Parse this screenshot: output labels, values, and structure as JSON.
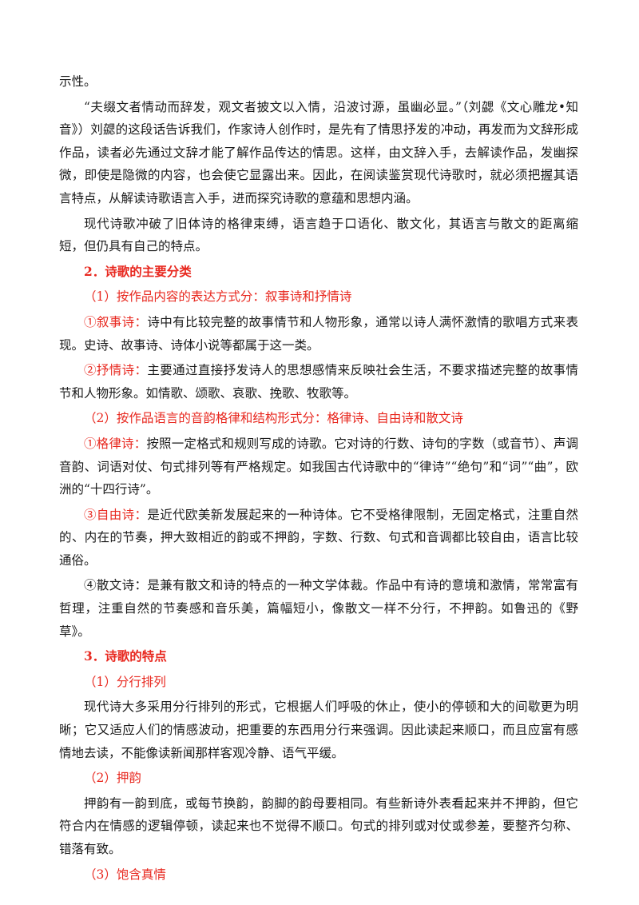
{
  "paragraphs": {
    "p0": "示性。",
    "p1": "“夫缀文者情动而辞发，观文者披文以入情，沿波讨源，虽幽必显。”（刘勰《文心雕龙•知音》）刘勰的这段话告诉我们，作家诗人创作时，是先有了情思抒发的冲动，再发而为文辞形成作品，读者必先通过文辞才能了解作品传达的情思。这样，由文辞入手，去解读作品，发幽探微，即使是隐微的内容，也会使它显露出来。因此，在阅读鉴赏现代诗歌时，就必须把握其语言特点，从解读诗歌语言入手，进而探究诗歌的意蕴和思想内涵。",
    "p2": "现代诗歌冲破了旧体诗的格律束缚，语言趋于口语化、散文化，其语言与散文的距离缩短，但仍具有自己的特点。"
  },
  "section2": {
    "heading": "2．诗歌的主要分类",
    "sub1": "（1）按作品内容的表达方式分：叙事诗和抒情诗",
    "narrative_label": "①叙事诗：",
    "narrative_text": "诗中有比较完整的故事情节和人物形象，通常以诗人满怀激情的歌唱方式来表现。史诗、故事诗、诗体小说等都属于这一类。",
    "lyric_label": "②抒情诗：",
    "lyric_text": "主要通过直接抒发诗人的思想感情来反映社会生活，不要求描述完整的故事情节和人物形象。如情歌、颂歌、哀歌、挽歌、牧歌等。",
    "sub2": "（2）按作品语言的音韵格律和结构形式分：格律诗、自由诗和散文诗",
    "metrical_label": "①格律诗：",
    "metrical_text": "按照一定格式和规则写成的诗歌。它对诗的行数、诗句的字数（或音节）、声调音韵、词语对仗、句式排列等有严格规定。如我国古代诗歌中的“律诗”“绝句”和“词”“曲”，欧洲的“十四行诗”。",
    "free_label": "③自由诗：",
    "free_text": "是近代欧美新发展起来的一种诗体。它不受格律限制，无固定格式，注重自然的、内在的节奏，押大致相近的韵或不押韵，字数、行数、句式和音调都比较自由，语言比较通俗。",
    "prose_text": "④散文诗：是兼有散文和诗的特点的一种文学体裁。作品中有诗的意境和激情，常常富有哲理，注重自然的节奏感和音乐美，篇幅短小，像散文一样不分行，不押韵。如鲁迅的《野草》。"
  },
  "section3": {
    "heading": "3．诗歌的特点",
    "sub1": "（1）分行排列",
    "text1": "现代诗大多采用分行排列的形式，它根据人们呼吸的休止，使小的停顿和大的间歇更为明晰；它又适应人们的情感波动，把重要的东西用分行来强调。因此读起来顺口，而且应富有感情地去读，不能像读新闻那样客观冷静、语气平缓。",
    "sub2": "（2）押韵",
    "text2": "押韵有一韵到底，或每节换韵，韵脚的韵母要相同。有些新诗外表看起来并不押韵，但它符合内在情感的逻辑停顿，读起来也不觉得不顺口。句式的排列或对仗或参差，要整齐匀称、错落有致。",
    "sub3": "（3）饱含真情"
  },
  "colors": {
    "accent_red": "#e8281f",
    "body_text": "#1a1a1a"
  }
}
